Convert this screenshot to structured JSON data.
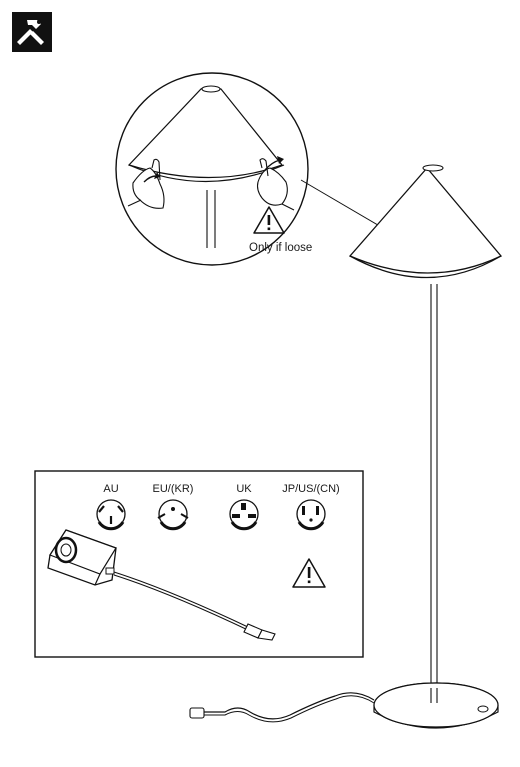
{
  "callout": {
    "note": "Only if loose"
  },
  "plugs": [
    {
      "label": "AU"
    },
    {
      "label": "EU/(KR)"
    },
    {
      "label": "UK"
    },
    {
      "label": "JP/US/(CN)"
    }
  ],
  "icons": {
    "tool": "hammer-screwdriver-icon",
    "warning": "warning-triangle-icon"
  }
}
